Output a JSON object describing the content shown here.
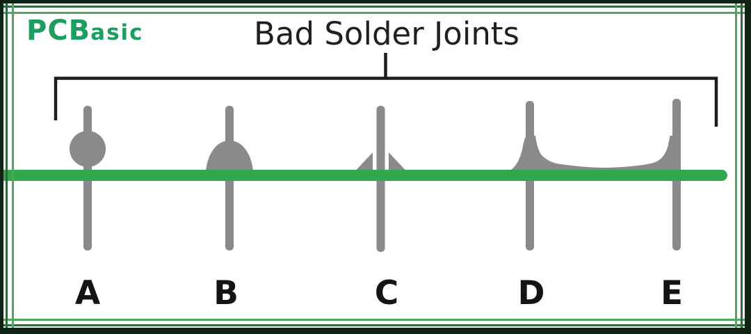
{
  "branding": {
    "logo_main": "PCB",
    "logo_sub": "asic"
  },
  "header": {
    "title": "Bad Solder Joints"
  },
  "diagram": {
    "pin_labels": [
      "A",
      "B",
      "C",
      "D",
      "E"
    ],
    "defects": [
      {
        "label": "A",
        "icon": "solder-ball-above-board-icon"
      },
      {
        "label": "B",
        "icon": "excess-solder-blob-icon"
      },
      {
        "label": "C",
        "icon": "non-wetting-gap-fillets-icon"
      },
      {
        "label": "D",
        "icon": "solder-bridge-left-pin-icon"
      },
      {
        "label": "E",
        "icon": "solder-bridge-right-pin-icon"
      }
    ]
  },
  "colors": {
    "border_dark": "#0f2414",
    "frame_dark_green": "#2d6b3c",
    "frame_light_green": "#4fa85e",
    "board_green": "#32a84c",
    "pin_gray": "#8a8a8a",
    "logo_green": "#1b9e60",
    "ink": "#1c1c1c"
  }
}
